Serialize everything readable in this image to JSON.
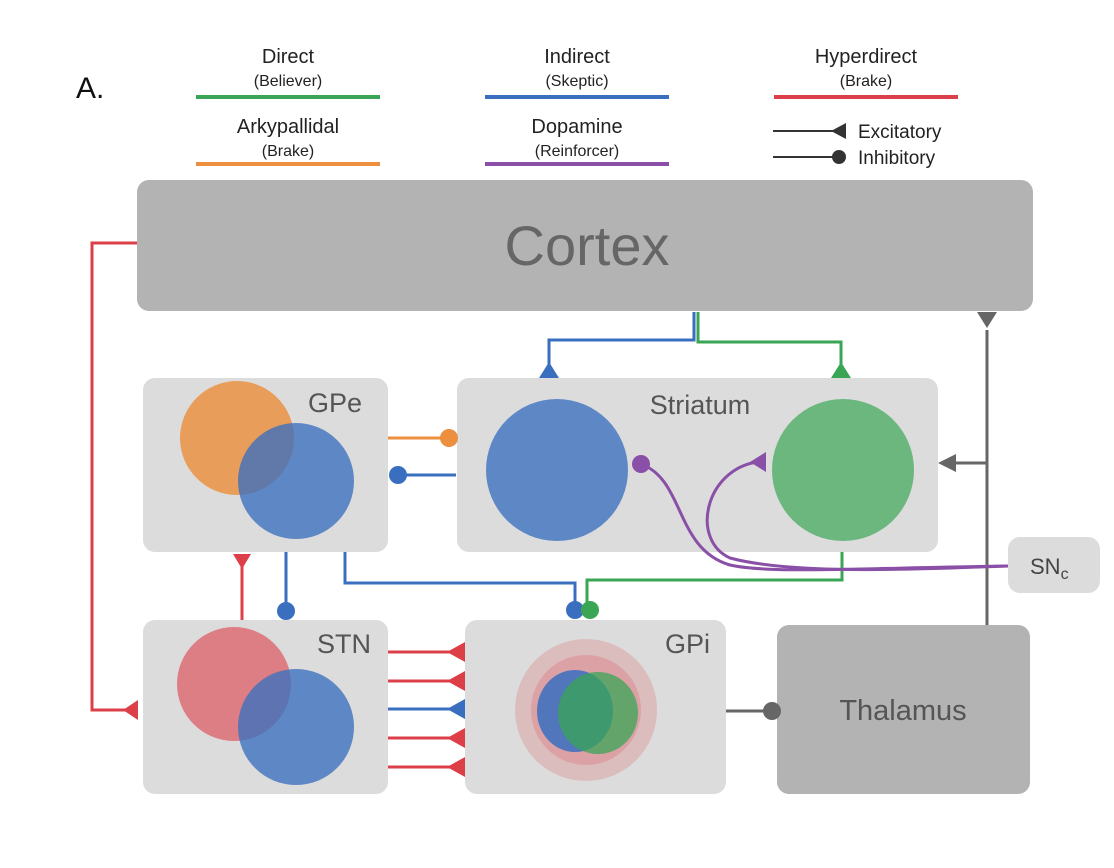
{
  "panel_label": "A.",
  "legend": {
    "direct": {
      "name": "Direct",
      "role": "(Believer)"
    },
    "indirect": {
      "name": "Indirect",
      "role": "(Skeptic)"
    },
    "hyperdirect": {
      "name": "Hyperdirect",
      "role": "(Brake)"
    },
    "arkypallidal": {
      "name": "Arkypallidal",
      "role": "(Brake)"
    },
    "dopamine": {
      "name": "Dopamine",
      "role": "(Reinforcer)"
    },
    "excitatory": "Excitatory",
    "inhibitory": "Inhibitory"
  },
  "nodes": {
    "cortex": "Cortex",
    "gpe": "GPe",
    "striatum": "Striatum",
    "stn": "STN",
    "gpi": "GPi",
    "thalamus": "Thalamus",
    "snc": "SN",
    "snc_sub": "c"
  },
  "colors": {
    "direct": "#3aa655",
    "indirect": "#3a6fbf",
    "hyperdirect": "#dc3f48",
    "arkypallidal": "#ec8f3e",
    "dopamine": "#8a4fa6",
    "connector": "#666666",
    "box_light": "#dcdcdc",
    "box_dark": "#b3b3b3"
  }
}
